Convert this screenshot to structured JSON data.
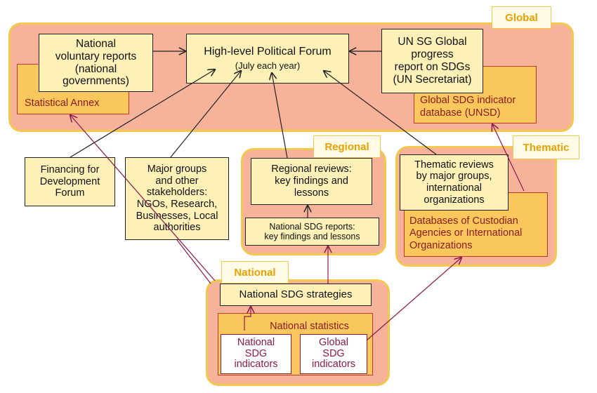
{
  "labels": {
    "global": "Global",
    "regional": "Regional",
    "thematic": "Thematic",
    "national": "National"
  },
  "boxes": {
    "nvr": "National\nvoluntary reports\n(national\ngovernments)",
    "hlpf_title": "High-level Political Forum",
    "hlpf_sub": "(July each year)",
    "unsg": "UN SG Global\nprogress\nreport on SDGs\n(UN Secretariat)",
    "stat_annex": "Statistical Annex",
    "global_db": "Global SDG indicator\ndatabase (UNSD)",
    "ffd": "Financing for\nDevelopment\nForum",
    "major_groups": "Major groups\nand other\nstakeholders:\nNGOs, Research,\nBusinesses, Local\nauthorities",
    "regional_reviews": "Regional reviews:\nkey findings and\nlessons",
    "nat_sdg_reports": "National SDG reports:\nkey findings and lessons",
    "thematic_reviews": "Thematic reviews\nby major groups,\ninternational\norganizations",
    "custodian_db": "Databases of Custodian\nAgencies or International\nOrganizations",
    "nat_strategies": "National SDG strategies",
    "nat_statistics": "National statistics",
    "nat_indicators": "National\nSDG\nindicators",
    "glob_indicators": "Global\nSDG\nindicators"
  },
  "colors": {
    "region_fill": "#f7b39a",
    "region_border": "#f2c94c",
    "box_fill": "#fdf1b8",
    "db_fill": "#f9c75c",
    "arrow_dark": "#222222",
    "arrow_red": "#8b1a4a"
  }
}
